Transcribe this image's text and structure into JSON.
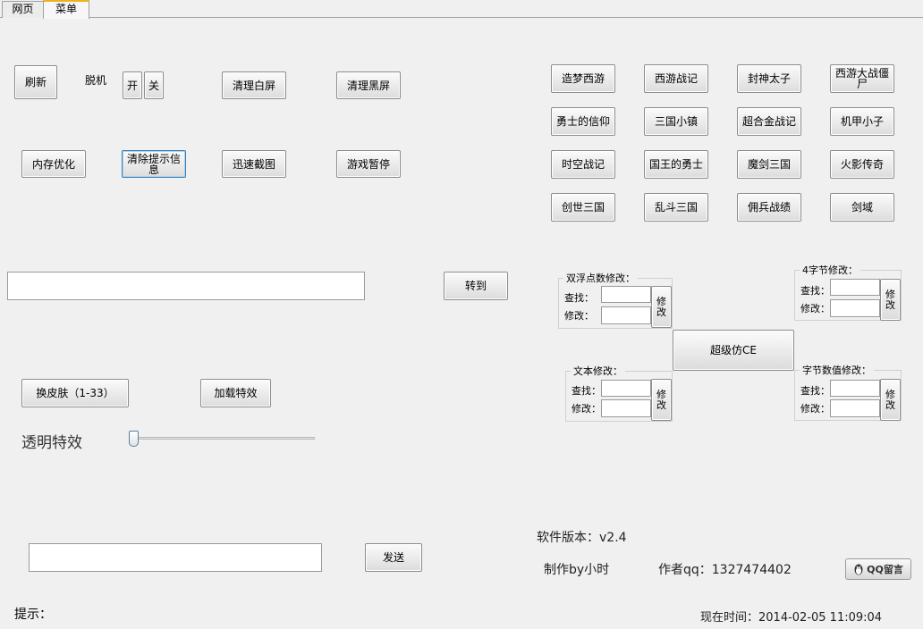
{
  "tabs": [
    {
      "label": "网页"
    },
    {
      "label": "菜单"
    }
  ],
  "left": {
    "refresh": "刷新",
    "offline_label": "脱机",
    "on": "开",
    "off": "关",
    "clear_white": "清理白屏",
    "clear_black": "清理黑屏",
    "mem_optimize": "内存优化",
    "clear_tips": "清除提示信息",
    "quick_capture": "迅速截图",
    "game_pause": "游戏暂停",
    "url_value": "",
    "goto": "转到",
    "change_skin": "换皮肤（1-33）",
    "load_effect": "加载特效",
    "transparency_label": "透明特效",
    "transparency_value": 0,
    "message_value": "",
    "send": "发送",
    "hint_label": "提示："
  },
  "games": [
    "造梦西游",
    "西游战记",
    "封神太子",
    "西游大战僵尸",
    "勇士的信仰",
    "三国小镇",
    "超合金战记",
    "机甲小子",
    "时空战记",
    "国王的勇士",
    "魔剑三国",
    "火影传奇",
    "创世三国",
    "乱斗三国",
    "佣兵战绩",
    "剑域"
  ],
  "editors": {
    "double": {
      "title": "双浮点数修改：",
      "find": "查找：",
      "modify": "修改：",
      "button": "修改",
      "find_value": "",
      "modify_value": ""
    },
    "four_byte": {
      "title": "4字节修改：",
      "find": "查找：",
      "modify": "修改：",
      "button": "修改",
      "find_value": "",
      "modify_value": ""
    },
    "text": {
      "title": "文本修改：",
      "find": "查找：",
      "modify": "修改：",
      "button": "修改",
      "find_value": "",
      "modify_value": ""
    },
    "byte": {
      "title": "字节数值修改：",
      "find": "查找：",
      "modify": "修改：",
      "button": "修改",
      "find_value": "",
      "modify_value": ""
    },
    "super_ce": "超级仿CE"
  },
  "footer": {
    "version": "软件版本：v2.4",
    "made_by": "制作by小时",
    "author_qq": "作者qq：1327474402",
    "qq_message": "QQ留言",
    "time": "现在时间：2014-02-05 11:09:04"
  }
}
